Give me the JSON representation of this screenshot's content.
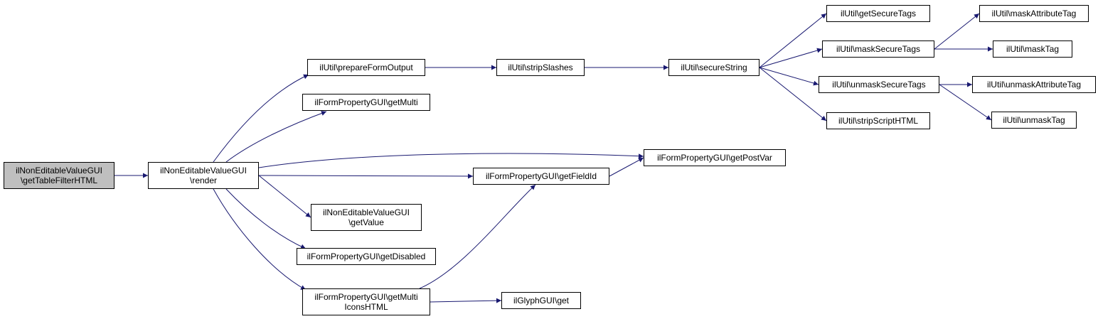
{
  "colors": {
    "edge": "#191970",
    "root_fill": "#bfbfbf",
    "node_fill": "#ffffff",
    "node_border": "#000000"
  },
  "nodes": [
    {
      "id": "getTableFilterHTML",
      "lines": [
        "ilNonEditableValueGUI",
        "\\getTableFilterHTML"
      ],
      "root": true
    },
    {
      "id": "render",
      "lines": [
        "ilNonEditableValueGUI",
        "\\render"
      ]
    },
    {
      "id": "prepareFormOutput",
      "lines": [
        "ilUtil\\prepareFormOutput"
      ]
    },
    {
      "id": "getMulti",
      "lines": [
        "ilFormPropertyGUI\\getMulti"
      ]
    },
    {
      "id": "getValue",
      "lines": [
        "ilNonEditableValueGUI",
        "\\getValue"
      ]
    },
    {
      "id": "getDisabled",
      "lines": [
        "ilFormPropertyGUI\\getDisabled"
      ]
    },
    {
      "id": "getMultiIconsHTML",
      "lines": [
        "ilFormPropertyGUI\\getMulti",
        "IconsHTML"
      ]
    },
    {
      "id": "stripSlashes",
      "lines": [
        "ilUtil\\stripSlashes"
      ]
    },
    {
      "id": "getFieldId",
      "lines": [
        "ilFormPropertyGUI\\getFieldId"
      ]
    },
    {
      "id": "glyphGet",
      "lines": [
        "ilGlyphGUI\\get"
      ]
    },
    {
      "id": "getPostVar",
      "lines": [
        "ilFormPropertyGUI\\getPostVar"
      ]
    },
    {
      "id": "secureString",
      "lines": [
        "ilUtil\\secureString"
      ]
    },
    {
      "id": "getSecureTags",
      "lines": [
        "ilUtil\\getSecureTags"
      ]
    },
    {
      "id": "maskSecureTags",
      "lines": [
        "ilUtil\\maskSecureTags"
      ]
    },
    {
      "id": "unmaskSecureTags",
      "lines": [
        "ilUtil\\unmaskSecureTags"
      ]
    },
    {
      "id": "stripScriptHTML",
      "lines": [
        "ilUtil\\stripScriptHTML"
      ]
    },
    {
      "id": "maskAttributeTag",
      "lines": [
        "ilUtil\\maskAttributeTag"
      ]
    },
    {
      "id": "maskTag",
      "lines": [
        "ilUtil\\maskTag"
      ]
    },
    {
      "id": "unmaskAttributeTag",
      "lines": [
        "ilUtil\\unmaskAttributeTag"
      ]
    },
    {
      "id": "unmaskTag",
      "lines": [
        "ilUtil\\unmaskTag"
      ]
    }
  ],
  "edges": [
    {
      "from": "getTableFilterHTML",
      "to": "render"
    },
    {
      "from": "render",
      "to": "prepareFormOutput"
    },
    {
      "from": "render",
      "to": "getMulti"
    },
    {
      "from": "render",
      "to": "getPostVar"
    },
    {
      "from": "render",
      "to": "getFieldId"
    },
    {
      "from": "render",
      "to": "getValue"
    },
    {
      "from": "render",
      "to": "getDisabled"
    },
    {
      "from": "render",
      "to": "getMultiIconsHTML"
    },
    {
      "from": "prepareFormOutput",
      "to": "stripSlashes"
    },
    {
      "from": "stripSlashes",
      "to": "secureString"
    },
    {
      "from": "secureString",
      "to": "getSecureTags"
    },
    {
      "from": "secureString",
      "to": "maskSecureTags"
    },
    {
      "from": "secureString",
      "to": "unmaskSecureTags"
    },
    {
      "from": "secureString",
      "to": "stripScriptHTML"
    },
    {
      "from": "maskSecureTags",
      "to": "maskAttributeTag"
    },
    {
      "from": "maskSecureTags",
      "to": "maskTag"
    },
    {
      "from": "unmaskSecureTags",
      "to": "unmaskAttributeTag"
    },
    {
      "from": "unmaskSecureTags",
      "to": "unmaskTag"
    },
    {
      "from": "getFieldId",
      "to": "getPostVar"
    },
    {
      "from": "getMultiIconsHTML",
      "to": "getFieldId"
    },
    {
      "from": "getMultiIconsHTML",
      "to": "glyphGet"
    }
  ]
}
